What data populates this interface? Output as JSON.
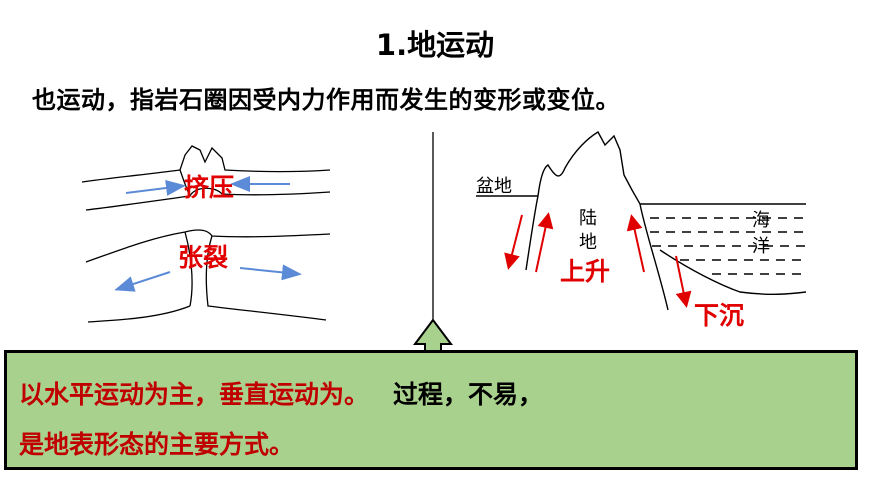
{
  "heading": "1.地运动",
  "intro": "也运动，指岩石圈因受内力作用而发生的变形或变位。",
  "left_diagram": {
    "compress_label": "挤压",
    "tension_label": "张裂"
  },
  "right_diagram": {
    "basin_label": "盆地",
    "land_label_1": "陆",
    "land_label_2": "地",
    "ocean_label_1": "海",
    "ocean_label_2": "洋",
    "uplift_label": "上升",
    "subside_label": "下沉"
  },
  "note": {
    "part1": "以水平运动为主，垂直运动为。",
    "part2": "过程，不易，",
    "part3": "是地表形态的主要方式。"
  },
  "colors": {
    "label_red": "#e00000",
    "note_red": "#c00000",
    "note_bg": "#a9d18e",
    "arrow_blue": "#5b8bd6"
  }
}
